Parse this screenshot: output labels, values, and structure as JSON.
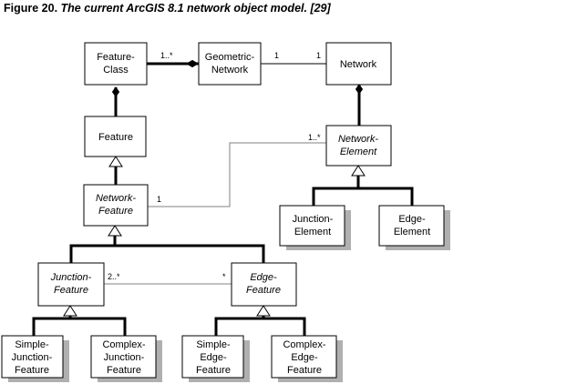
{
  "caption": {
    "label": "Figure 20.",
    "text": "The current ArcGIS 8.1 network object model. [29]"
  },
  "classes": {
    "feature_class": [
      "Feature-",
      "Class"
    ],
    "geometric_network": [
      "Geometric-",
      "Network"
    ],
    "network": [
      "Network"
    ],
    "feature": [
      "Feature"
    ],
    "network_element": [
      "Network-",
      "Element"
    ],
    "network_feature": [
      "Network-",
      "Feature"
    ],
    "junction_element": [
      "Junction-",
      "Element"
    ],
    "edge_element": [
      "Edge-",
      "Element"
    ],
    "junction_feature": [
      "Junction-",
      "Feature"
    ],
    "edge_feature": [
      "Edge-",
      "Feature"
    ],
    "simple_junction_feature": [
      "Simple-",
      "Junction-",
      "Feature"
    ],
    "complex_junction_feature": [
      "Complex-",
      "Junction-",
      "Feature"
    ],
    "simple_edge_feature": [
      "Simple-",
      "Edge-",
      "Feature"
    ],
    "complex_edge_feature": [
      "Complex-",
      "Edge-",
      "Feature"
    ]
  },
  "multiplicities": {
    "fc_gn": "1..*",
    "gn_net_left": "1",
    "gn_net_right": "1",
    "ne_assoc": "1..*",
    "nf_assoc": "1",
    "jf_assoc": "2..*",
    "ef_assoc": "*"
  }
}
